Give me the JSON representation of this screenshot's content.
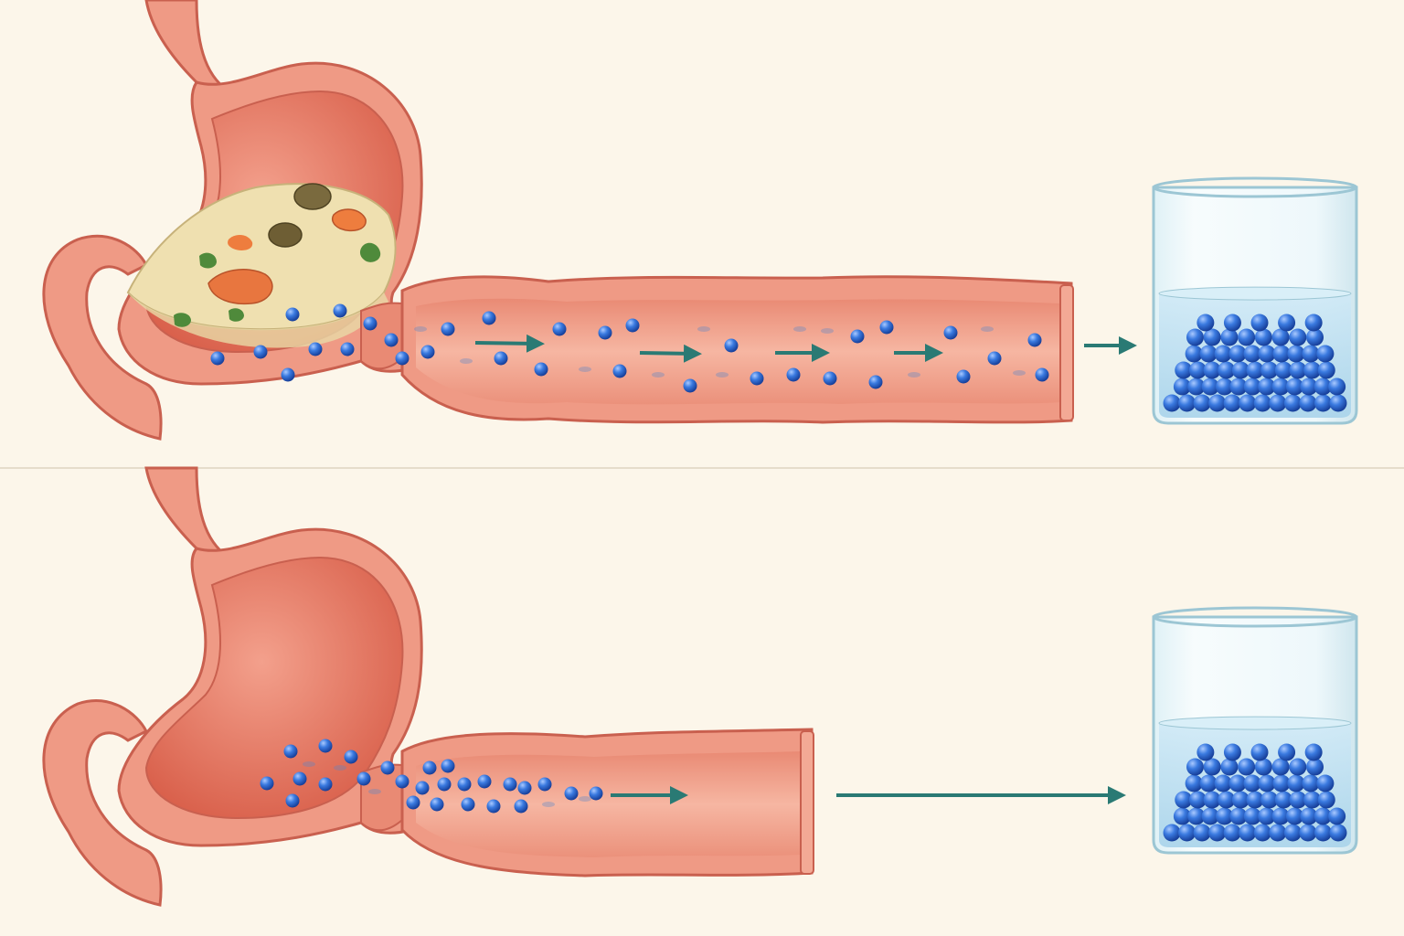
{
  "colors": {
    "background": "#fcf6ea",
    "divider": "#e6dccb",
    "tissue_outer": "#ef9a85",
    "tissue_edge": "#c9604f",
    "tissue_inner": "#e3735f",
    "lumen": "#f6b4a0",
    "particle": "#2f6fd3",
    "particle_highlight": "#8fb8ff",
    "arrow": "#2a7a74",
    "water": "#bfe0f2",
    "glass": "#e4f3f8",
    "food": "#efe0b0"
  },
  "panels": [
    {
      "id": "fed",
      "stomach_content": "food-with-particles",
      "intestine_length": "long",
      "dispersion": "spread",
      "beaker_fill_level": 0.55
    },
    {
      "id": "fasted",
      "stomach_content": "empty",
      "intestine_length": "short",
      "dispersion": "concentrated",
      "beaker_fill_level": 0.55
    }
  ]
}
